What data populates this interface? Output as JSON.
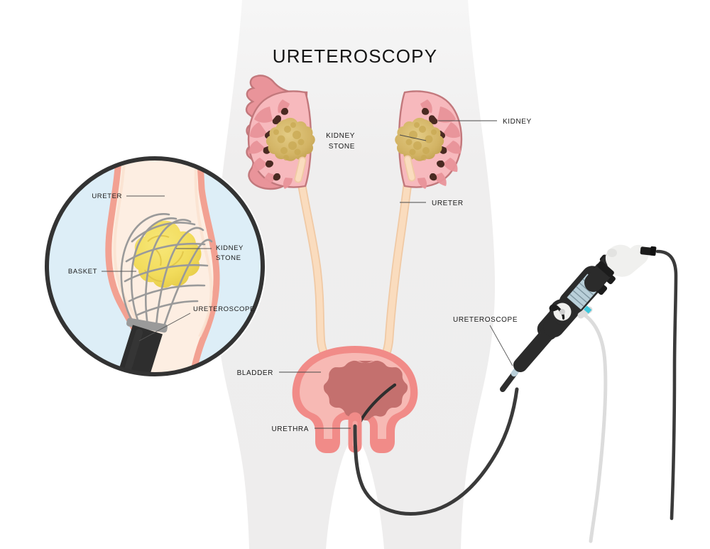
{
  "title": "URETEROSCOPY",
  "figure": {
    "kind": "medical-illustration",
    "subject": "ureteroscopy procedure on female urinary tract"
  },
  "labels": {
    "kidney": "KIDNEY",
    "kidney_stone_line1": "KIDNEY",
    "kidney_stone_line2": "STONE",
    "ureter": "URETER",
    "bladder": "BLADDER",
    "urethra": "URETHRA",
    "ureteroscope_device": "URETEROSCOPE"
  },
  "inset": {
    "ureter": "URETER",
    "basket": "BASKET",
    "stone_line1": "KIDNEY",
    "stone_line2": "STONE",
    "ureteroscope": "URETEROSCOPE"
  },
  "colors": {
    "background": "#ffffff",
    "body_silhouette": "#efeeee",
    "kidney_outer": "#f2a8ac",
    "kidney_cortex": "#f7b9bd",
    "kidney_pyramid": "#e9949a",
    "kidney_calyx": "#4a2a22",
    "kidney_outline": "#c2787c",
    "stone_gold": "#d9bd6e",
    "stone_gold_dark": "#c9a953",
    "stone_yellow": "#f2dc5c",
    "ureter_tan": "#fadcbe",
    "ureter_tan_dark": "#f0c9a4",
    "bladder_wall": "#f18b88",
    "bladder_lining": "#f7b9b4",
    "bladder_interior": "#c4706e",
    "scope_black": "#262626",
    "scope_dark": "#2e2e2e",
    "scope_white": "#f0f0ee",
    "scope_cable": "#3a3a3a",
    "scope_tube": "#dcdcdc",
    "scope_accent_cyan": "#3fc8dc",
    "scope_accent_blue": "#b9cfd9",
    "inset_ring": "#333333",
    "inset_fill": "#ddeef7",
    "inset_tissue": "#fdeee2",
    "inset_wall": "#f2a192",
    "basket_wire": "#9a9a9a",
    "label_text": "#1a1a1a",
    "leader_line": "#4a4a4a"
  }
}
